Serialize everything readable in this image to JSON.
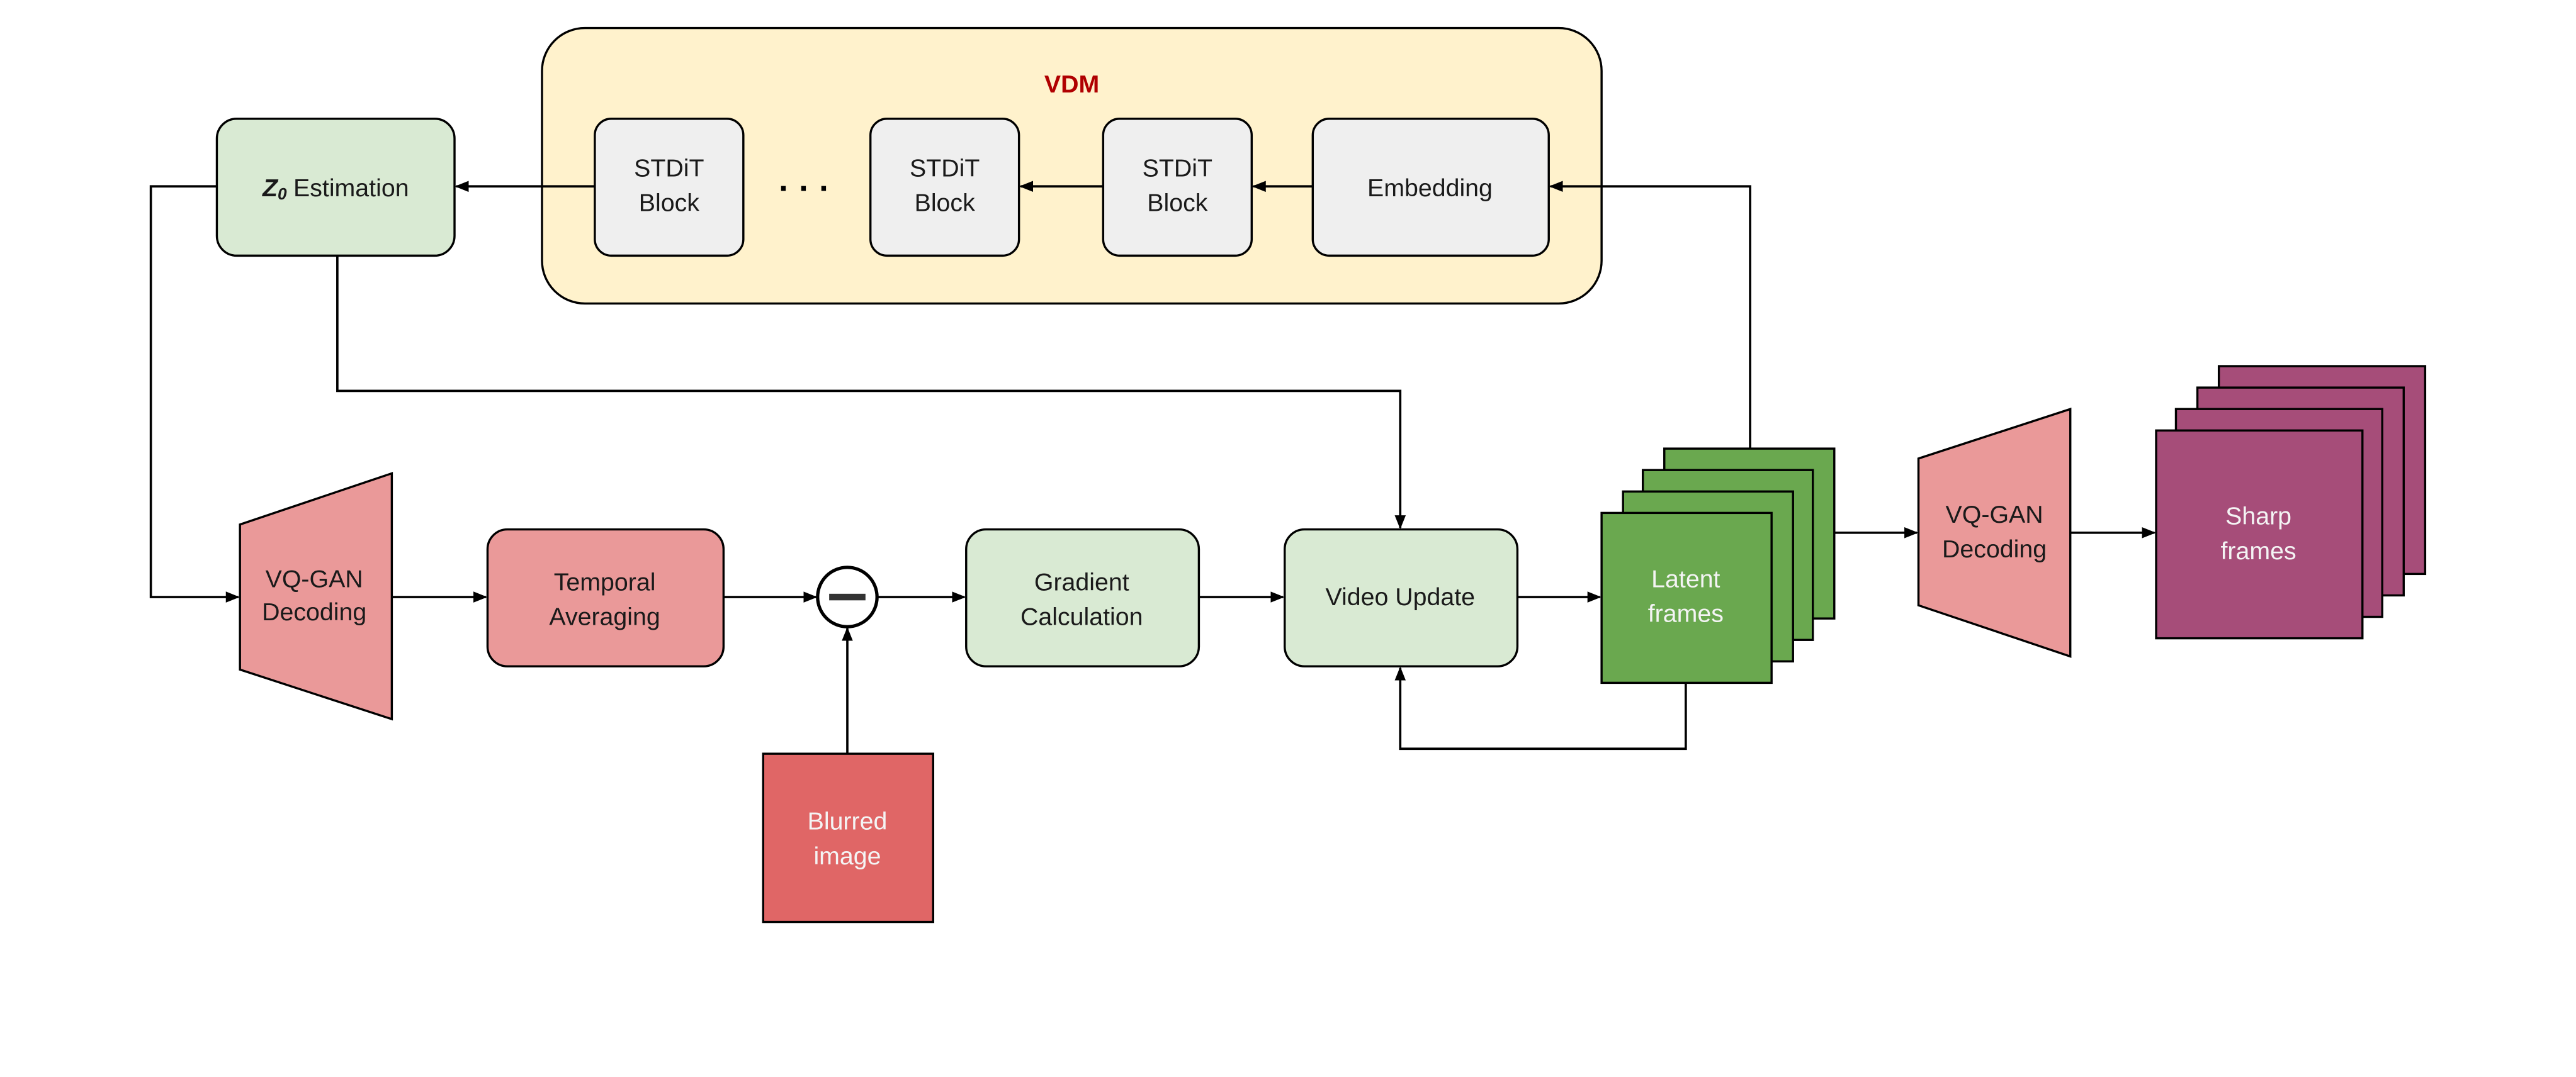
{
  "colors": {
    "vdm_container": "#fff2cc",
    "vdm_title": "#b00000",
    "block_gray": "#efefef",
    "light_green": "#d9ead3",
    "salmon": "#ea9999",
    "blurred_red": "#e06666",
    "latent_green": "#6aa84f",
    "sharp_purple": "#a64d79"
  },
  "vdm": {
    "title": "VDM",
    "blocks": [
      {
        "line1": "STDiT",
        "line2": "Block"
      },
      {
        "ellipsis": "· · ·"
      },
      {
        "line1": "STDiT",
        "line2": "Block"
      },
      {
        "line1": "STDiT",
        "line2": "Block"
      },
      {
        "label": "Embedding"
      }
    ]
  },
  "z0": {
    "symbol": "Z",
    "subscript": "0",
    "label": "Estimation"
  },
  "vqgan_left": {
    "line1": "VQ-GAN",
    "line2": "Decoding"
  },
  "temporal": {
    "line1": "Temporal",
    "line2": "Averaging"
  },
  "subtract": {
    "symbol": "−"
  },
  "blurred": {
    "line1": "Blurred",
    "line2": "image"
  },
  "gradient": {
    "line1": "Gradient",
    "line2": "Calculation"
  },
  "video_update": {
    "label": "Video Update"
  },
  "latent": {
    "line1": "Latent",
    "line2": "frames",
    "stack_count": 4
  },
  "vqgan_right": {
    "line1": "VQ-GAN",
    "line2": "Decoding"
  },
  "sharp": {
    "line1": "Sharp",
    "line2": "frames",
    "stack_count": 4
  }
}
